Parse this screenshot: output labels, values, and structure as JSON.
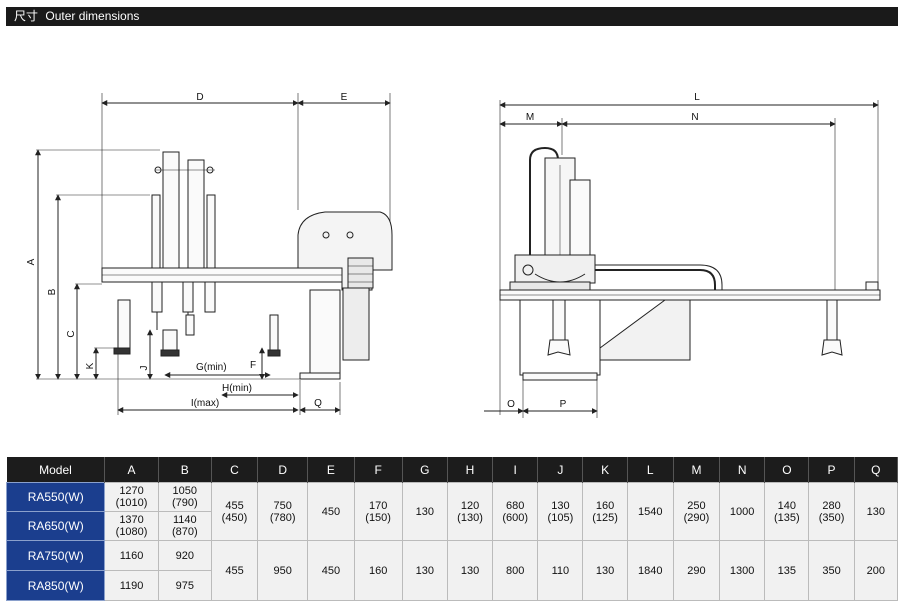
{
  "header": {
    "title_cn": "尺寸",
    "title_en": "Outer dimensions"
  },
  "drawing_labels": {
    "D": "D",
    "E": "E",
    "A": "A",
    "B": "B",
    "C": "C",
    "K": "K",
    "J": "J",
    "F": "F",
    "G": "G(min)",
    "H": "H(min)",
    "I": "I(max)",
    "Q": "Q",
    "L": "L",
    "M": "M",
    "N": "N",
    "O": "O",
    "P": "P"
  },
  "table": {
    "headers": [
      "Model",
      "A",
      "B",
      "C",
      "D",
      "E",
      "F",
      "G",
      "H",
      "I",
      "J",
      "K",
      "L",
      "M",
      "N",
      "O",
      "P",
      "Q"
    ],
    "models": [
      "RA550(W)",
      "RA650(W)",
      "RA750(W)",
      "RA850(W)"
    ],
    "row1": {
      "A": [
        "1270",
        "(1010)"
      ],
      "B": [
        "1050",
        "(790)"
      ]
    },
    "row2": {
      "A": [
        "1370",
        "(1080)"
      ],
      "B": [
        "1140",
        "(870)"
      ]
    },
    "group1": {
      "C": [
        "455",
        "(450)"
      ],
      "D": [
        "750",
        "(780)"
      ],
      "E": "450",
      "F": [
        "170",
        "(150)"
      ],
      "G": "130",
      "H": [
        "120",
        "(130)"
      ],
      "I": [
        "680",
        "(600)"
      ],
      "J": [
        "130",
        "(105)"
      ],
      "K": [
        "160",
        "(125)"
      ],
      "L": "1540",
      "M": [
        "250",
        "(290)"
      ],
      "N": "1000",
      "O": [
        "140",
        "(135)"
      ],
      "P": [
        "280",
        "(350)"
      ],
      "Q": "130"
    },
    "row3": {
      "A": "1160",
      "B": "920"
    },
    "row4": {
      "A": "1190",
      "B": "975"
    },
    "group2": {
      "C": "455",
      "D": "950",
      "E": "450",
      "F": "160",
      "G": "130",
      "H": "130",
      "I": "800",
      "J": "110",
      "K": "130",
      "L": "1840",
      "M": "290",
      "N": "1300",
      "O": "135",
      "P": "350",
      "Q": "200"
    }
  }
}
